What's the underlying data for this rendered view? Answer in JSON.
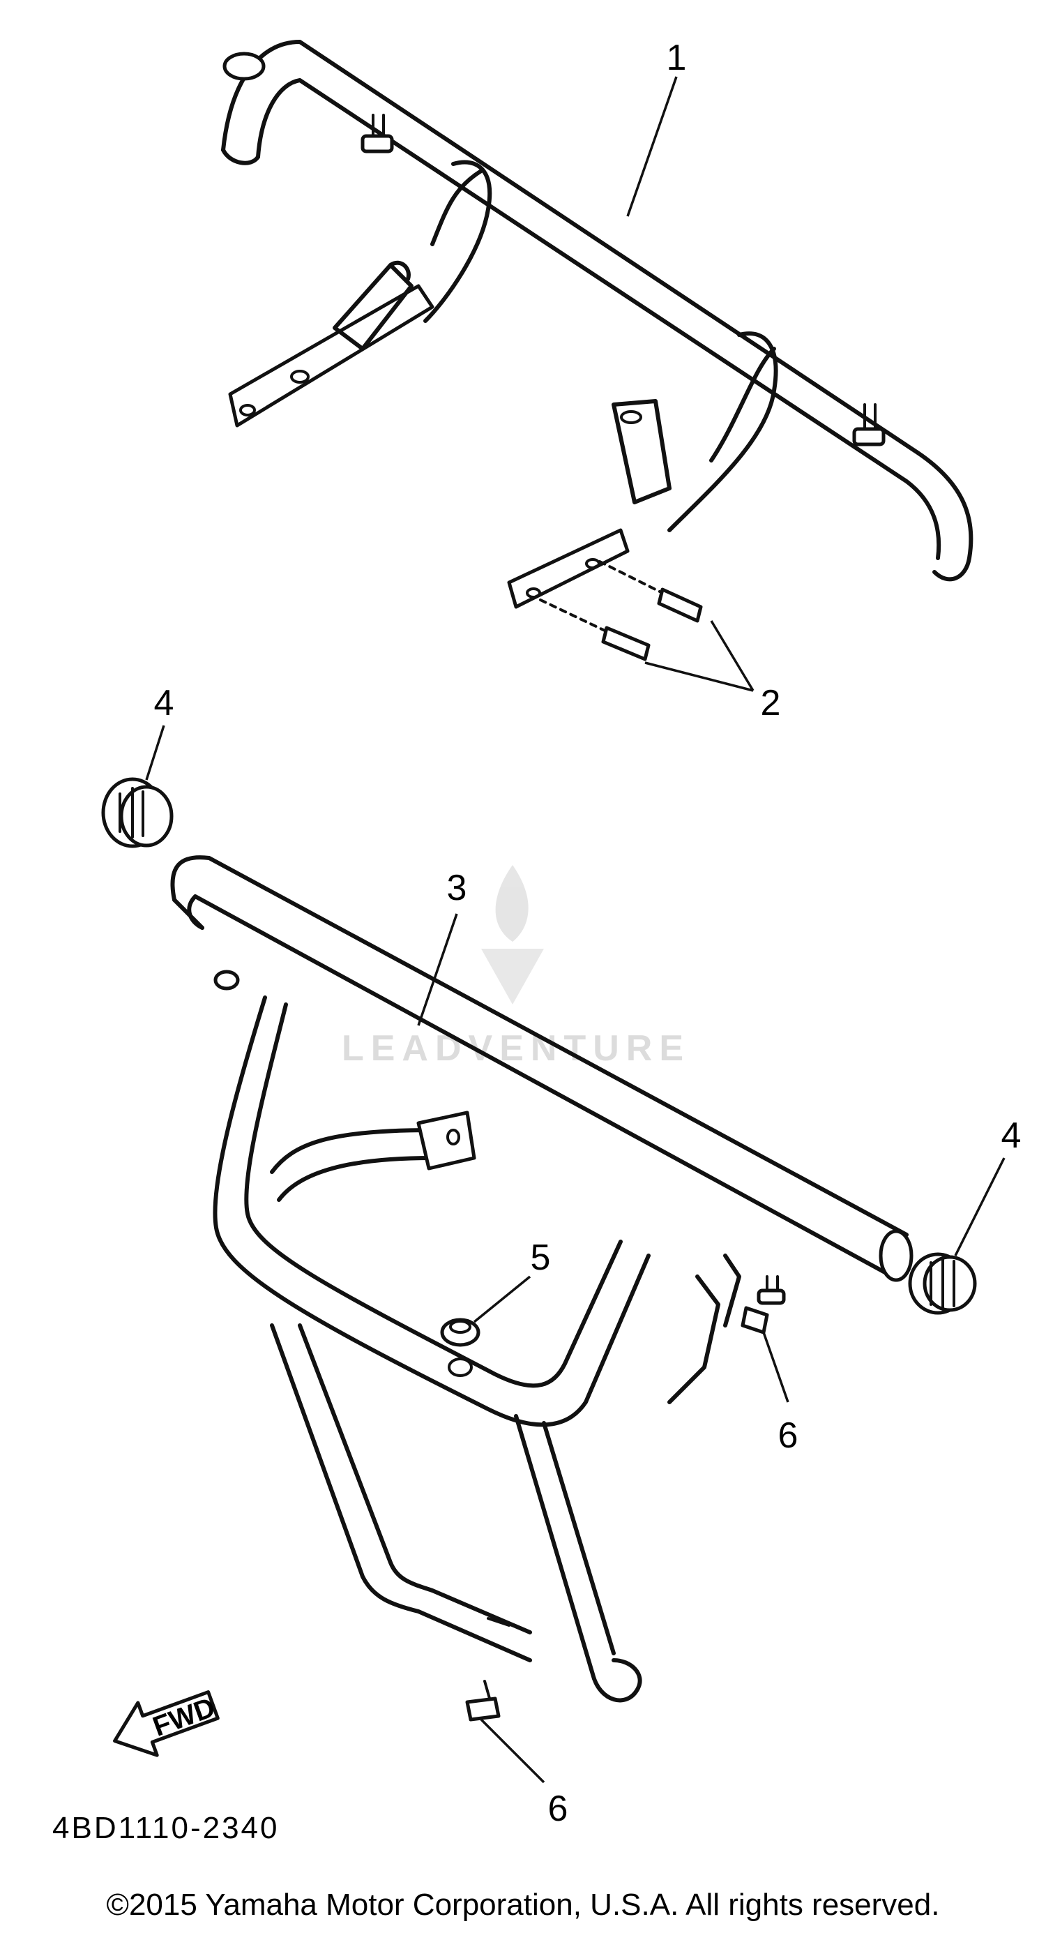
{
  "callouts": {
    "c1": "1",
    "c2": "2",
    "c3": "3",
    "c4a": "4",
    "c4b": "4",
    "c5": "5",
    "c6a": "6",
    "c6b": "6"
  },
  "part_number": "4BD1110-2340",
  "fwd_label": "FWD",
  "watermark": "LEADVENTURE",
  "copyright": "©2015 Yamaha Motor Corporation, U.S.A. All rights reserved."
}
